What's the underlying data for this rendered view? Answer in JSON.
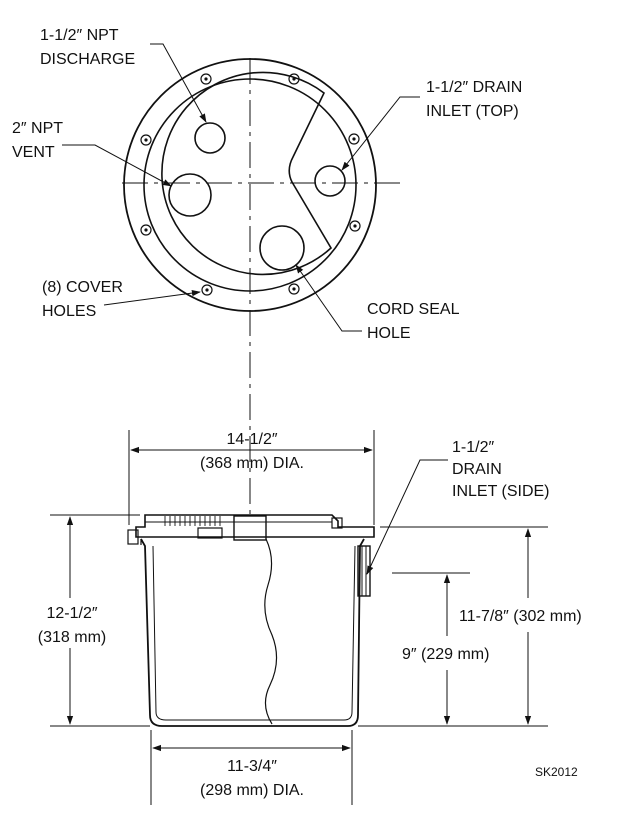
{
  "labels": {
    "discharge": [
      "1-1/2″ NPT",
      "DISCHARGE"
    ],
    "vent": [
      "2″ NPT",
      "VENT"
    ],
    "drain_top": [
      "1-1/2″ DRAIN",
      "INLET (TOP)"
    ],
    "cover_holes": [
      "(8) COVER",
      "HOLES"
    ],
    "cord_seal": [
      "CORD SEAL",
      "HOLE"
    ],
    "drain_side": [
      "1-1/2″",
      "DRAIN",
      "INLET (SIDE)"
    ]
  },
  "dimensions": {
    "top_diameter": [
      "14-1/2″",
      "(368 mm) DIA."
    ],
    "overall_height": [
      "12-1/2″",
      "(318 mm)"
    ],
    "body_height": [
      "11-7/8″ (302 mm)"
    ],
    "inlet_height": [
      "9″ (229 mm)"
    ],
    "bottom_diameter": [
      "11-3/4″",
      "(298 mm) DIA."
    ]
  },
  "drawing_id": "SK2012"
}
